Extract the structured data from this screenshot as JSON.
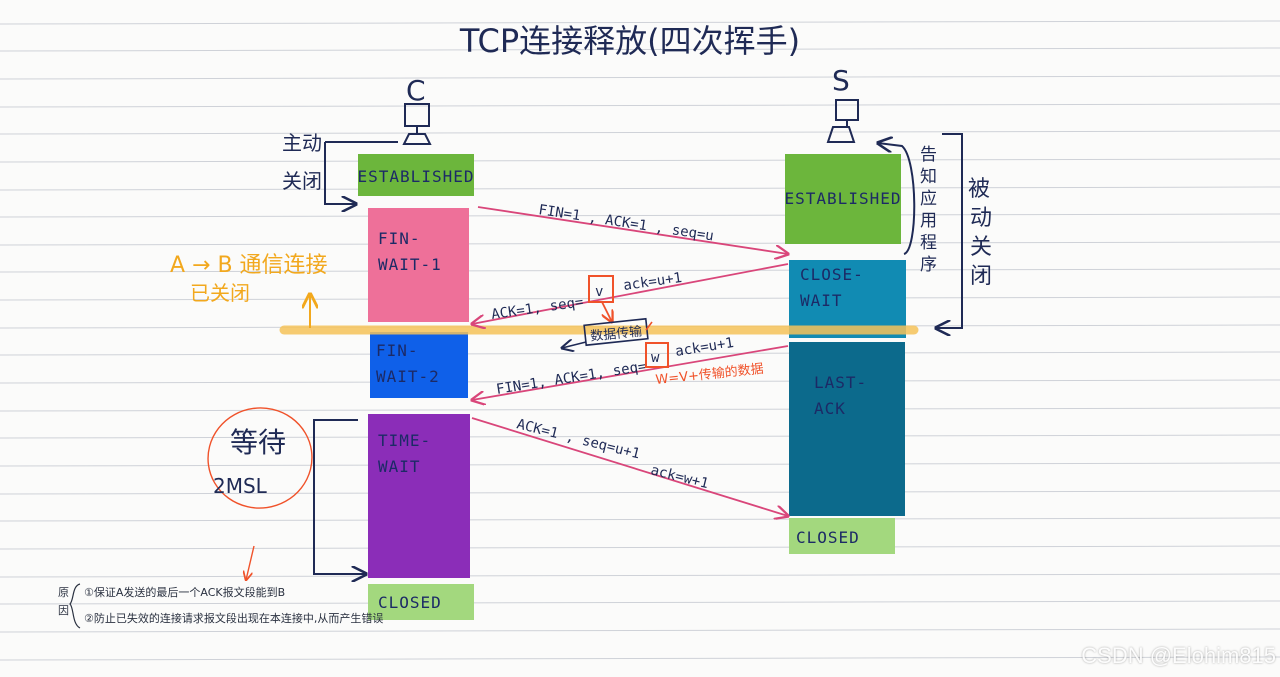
{
  "title": "TCP连接释放(四次挥手)",
  "client_label": "C",
  "server_label": "S",
  "client_note": [
    "主动",
    "关闭"
  ],
  "server_note_left": [
    "告",
    "知",
    "应",
    "用",
    "程",
    "序"
  ],
  "server_note_right": [
    "被",
    "动",
    "关",
    "闭"
  ],
  "client_states": [
    {
      "id": "c-established",
      "lines": [
        "ESTABLISHED"
      ],
      "color": "#6cb63c"
    },
    {
      "id": "c-fin-wait-1",
      "lines": [
        "FIN-",
        "WAIT-1"
      ],
      "color": "#ee7099"
    },
    {
      "id": "c-fin-wait-2",
      "lines": [
        "FIN-",
        "WAIT-2"
      ],
      "color": "#0f60e9"
    },
    {
      "id": "c-time-wait",
      "lines": [
        "TIME-",
        "WAIT"
      ],
      "color": "#8b2db8"
    },
    {
      "id": "c-closed",
      "lines": [
        "CLOSED"
      ],
      "color": "#a3d87e"
    }
  ],
  "server_states": [
    {
      "id": "s-established",
      "lines": [
        "ESTABLISHED"
      ],
      "color": "#6cb63c"
    },
    {
      "id": "s-close-wait",
      "lines": [
        "CLOSE-",
        "WAIT"
      ],
      "color": "#118bb3"
    },
    {
      "id": "s-last-ack",
      "lines": [
        "LAST-",
        "ACK"
      ],
      "color": "#0c6a8c"
    },
    {
      "id": "s-closed",
      "lines": [
        "CLOSED"
      ],
      "color": "#a3d87e"
    }
  ],
  "messages": {
    "m1": "FIN=1 , ACK=1 , seq=u",
    "m2a": "ACK=1, seq=",
    "m2v": "v",
    "m2b": "ack=u+1",
    "m3a": "FIN=1, ACK=1, seq=",
    "m3w": "w",
    "m3b": "ack=u+1",
    "m4a": "ACK=1 ,  seq=u+1",
    "m4b": "ack=w+1"
  },
  "annotations": {
    "ab_line1": "A → B 通信连接",
    "ab_line2": "已关闭",
    "data_transfer": "数据传输",
    "w_formula": "W=V+传输的数据",
    "wait": "等待",
    "msl": "2MSL",
    "reason_label": [
      "原",
      "因"
    ],
    "reason_1": "①保证A发送的最后一个ACK报文段能到B",
    "reason_2": "②防止已失效的连接请求报文段出现在本连接中,从而产生错误"
  },
  "colors": {
    "arrow": "#d9467a",
    "ink": "#1f2a55",
    "highlight": "#f6c35a",
    "orange_note": "#f2a81d",
    "red_note": "#f0522a",
    "ruled_line": "#cfd2d8"
  },
  "watermark": "CSDN @Elohim815"
}
